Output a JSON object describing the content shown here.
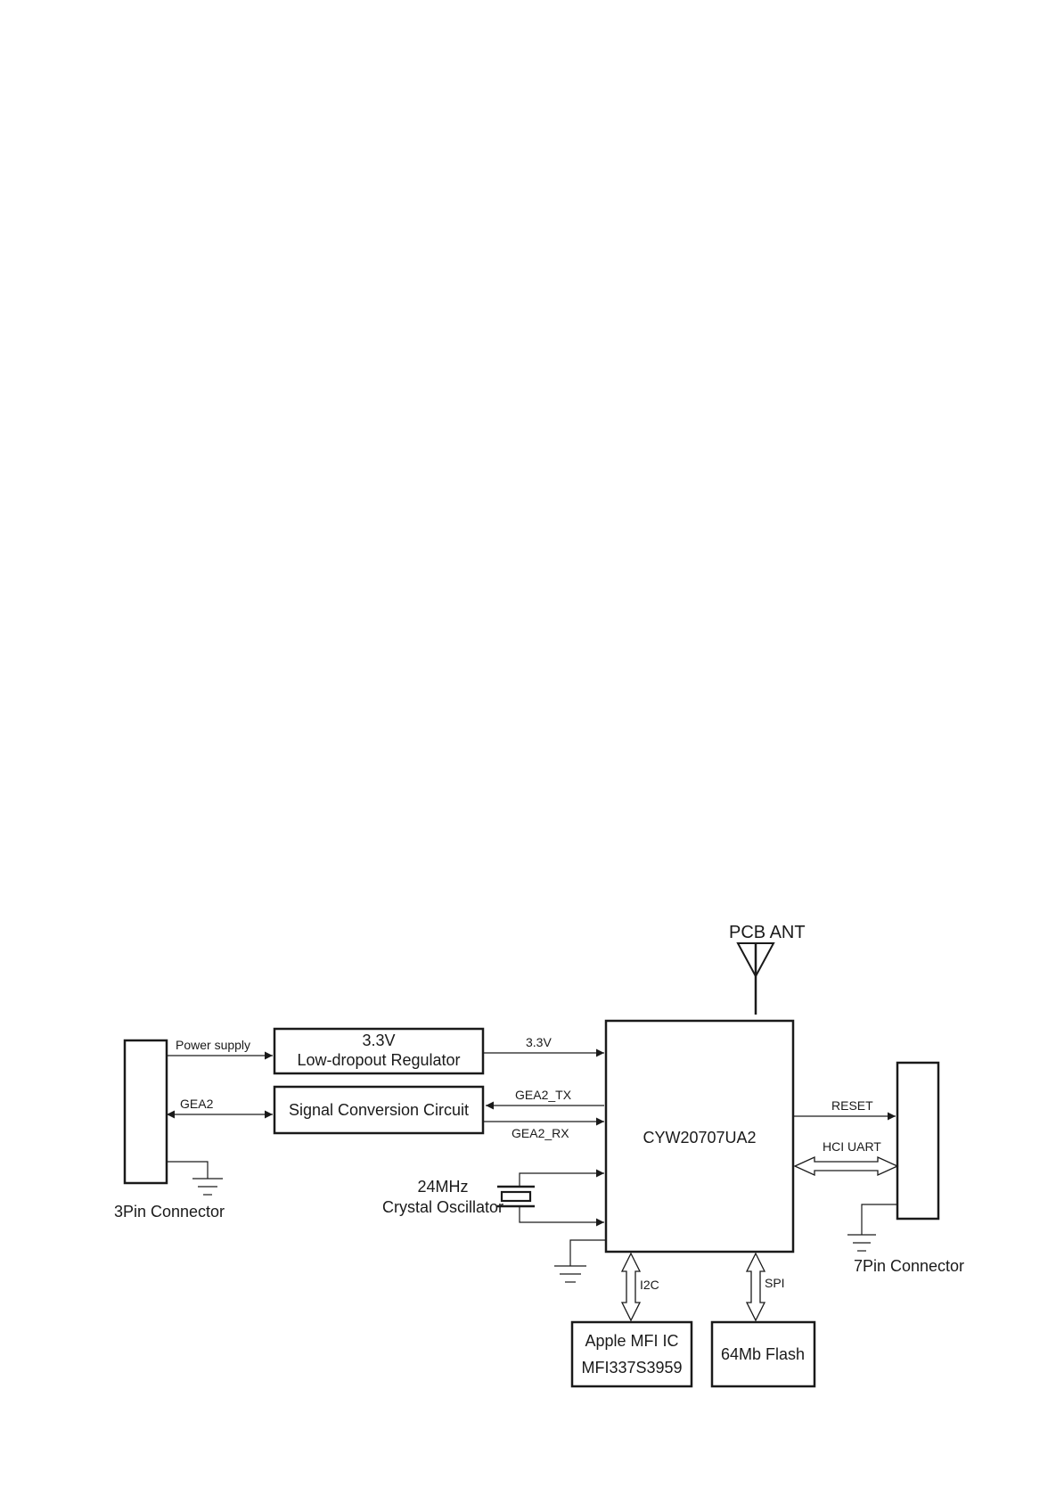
{
  "diagram": {
    "antenna_label": "PCB ANT",
    "chip_label": "CYW20707UA2",
    "ldo": {
      "line1": "3.3V",
      "line2": "Low-dropout Regulator"
    },
    "signal_circuit_label": "Signal Conversion Circuit",
    "mfi": {
      "line1": "Apple MFI IC",
      "line2": "MFI337S3959"
    },
    "flash_label": "64Mb Flash",
    "crystal": {
      "line1": "24MHz",
      "line2": "Crystal Oscillator"
    },
    "connector_left_label": "3Pin Connector",
    "connector_right_label": "7Pin Connector",
    "signals": {
      "power_supply": "Power supply",
      "gea2": "GEA2",
      "v33": "3.3V",
      "gea2_tx": "GEA2_TX",
      "gea2_rx": "GEA2_RX",
      "reset": "RESET",
      "hci_uart": "HCI UART",
      "i2c": "I2C",
      "spi": "SPI"
    }
  }
}
